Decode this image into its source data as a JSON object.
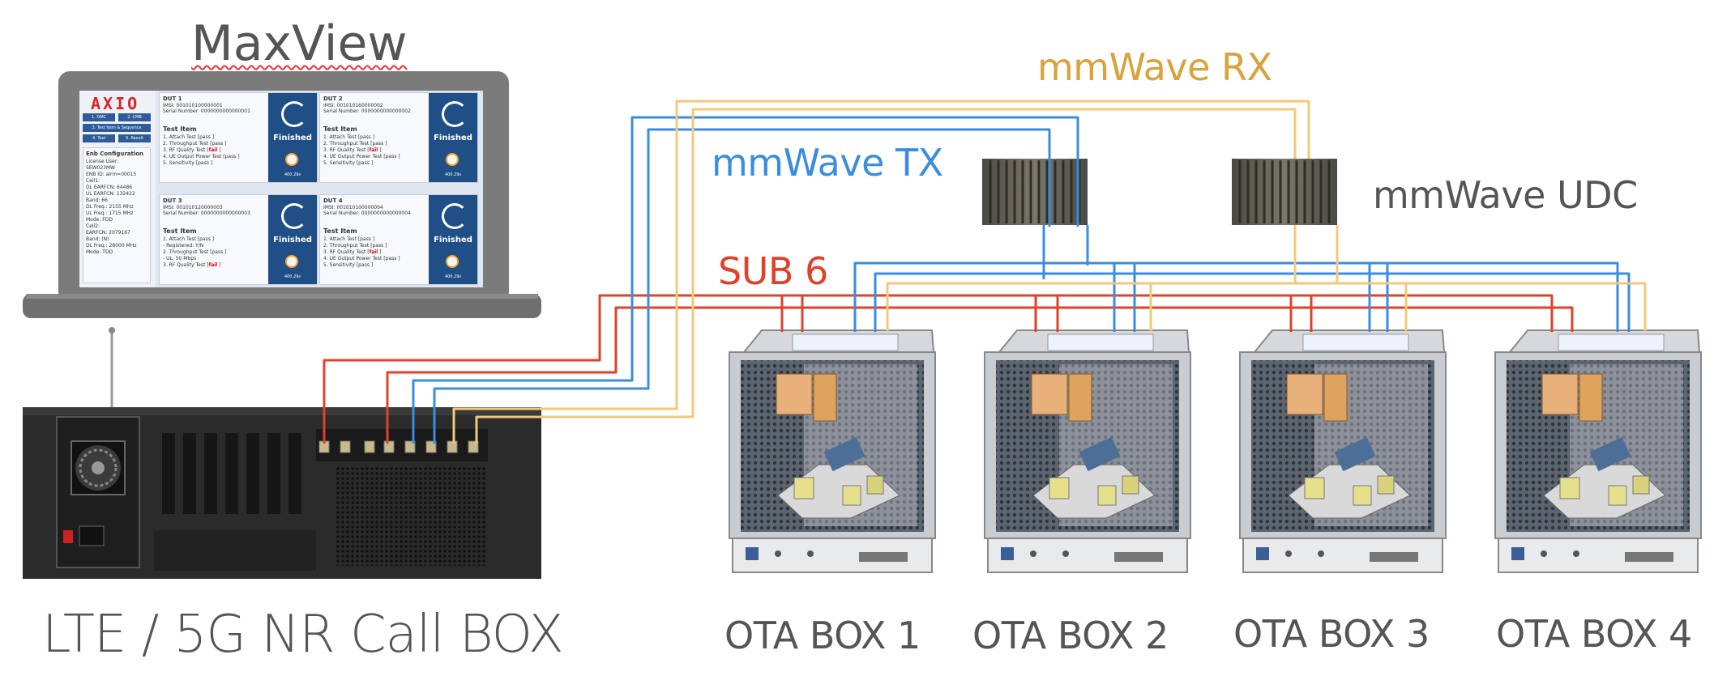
{
  "labels": {
    "maxview": "MaxView",
    "call_box": "LTE / 5G NR Call BOX",
    "mmwave_rx": "mmWave RX",
    "mmwave_tx": "mmWave TX",
    "mmwave_udc": "mmWave UDC",
    "sub6": "SUB 6",
    "ota_boxes": [
      "OTA BOX 1",
      "OTA BOX 2",
      "OTA BOX 3",
      "OTA BOX 4"
    ]
  },
  "colors": {
    "sub6": "#e0412b",
    "tx": "#3a8de0",
    "rx": "#f2c87a",
    "rx_text": "#d9a23a",
    "text": "#555555"
  },
  "screen": {
    "logo": "AXIO",
    "buttons": [
      "1. DMC",
      "2. CMB",
      "3. Test Item & Sequence",
      "4. Tool",
      "5. Result"
    ],
    "enb": {
      "title": "Enb Configuration",
      "lines": [
        "License User: SEW023MW",
        "ENB ID: alrm=00015",
        "Cell1:",
        "DL EARFCN: 64486",
        "UL EARFCN: 132422",
        "Band: 66",
        "DL Freq.: 2155 MHz",
        "UL Freq.: 1715 MHz",
        "Mode: FDD",
        "Cell2:",
        "EARFCN: 2079167",
        "Band: (N)",
        "DL Freq.: 28000 MHz",
        "Mode: TDD"
      ]
    },
    "duts": [
      {
        "title": "DUT 1",
        "imsi": "IMSI: 001010100000001",
        "serial": "Serial Number: 0000000000000001",
        "test_item": "Test Item",
        "items": [
          [
            "1. Attach Test [",
            "pass",
            " ]"
          ],
          [
            "2. Throughput Test [",
            "pass",
            " ]"
          ],
          [
            "3. RF Quality Test [",
            "fail",
            " ]"
          ],
          [
            "4. UE Output Power Test [",
            "pass",
            " ]"
          ],
          [
            "5. Sensitivity [",
            "pass",
            " ]"
          ]
        ],
        "status": "Finished",
        "time": "400.29s"
      },
      {
        "title": "DUT 2",
        "imsi": "IMSI: 001010160000002",
        "serial": "Serial Number: 0000000000000002",
        "test_item": "Test Item",
        "items": [
          [
            "1. Attach Test [",
            "pass",
            " ]"
          ],
          [
            "2. Throughput Test [",
            "pass",
            " ]"
          ],
          [
            "3. RF Quality Test [",
            "fail",
            " ]"
          ],
          [
            "4. UE Output Power Test [",
            "pass",
            " ]"
          ],
          [
            "5. Sensitivity [",
            "pass",
            " ]"
          ]
        ],
        "status": "Finished",
        "time": "400.29s"
      },
      {
        "title": "DUT 3",
        "imsi": "IMSI: 001010120000003",
        "serial": "Serial Number: 0000000000000003",
        "test_item": "Test Item",
        "items": [
          [
            "1.   Attach Test [",
            "pass",
            " ]"
          ],
          [
            "  - Registered: Y/N",
            "",
            ""
          ],
          [
            "2. Throughput Test [",
            "pass",
            " ]"
          ],
          [
            "  - UL: 50 Mbps",
            "",
            ""
          ],
          [
            "3. RF Quality Test [",
            "fail",
            " ]"
          ]
        ],
        "status": "Finished",
        "time": "400.29s"
      },
      {
        "title": "DUT 4",
        "imsi": "IMSI: 001010100000004",
        "serial": "Serial Number: 0000000000000004",
        "test_item": "Test Item",
        "items": [
          [
            "1. Attach Test [",
            "pass",
            " ]"
          ],
          [
            "2. Throughput Test [",
            "pass",
            " ]"
          ],
          [
            "3. RF Quality Test [",
            "fail",
            " ]"
          ],
          [
            "4. UE Output Power Test [",
            "pass",
            " ]"
          ],
          [
            "5. Sensitivity [",
            "pass",
            " ]"
          ]
        ],
        "status": "Finished",
        "time": "400.29s"
      }
    ]
  }
}
